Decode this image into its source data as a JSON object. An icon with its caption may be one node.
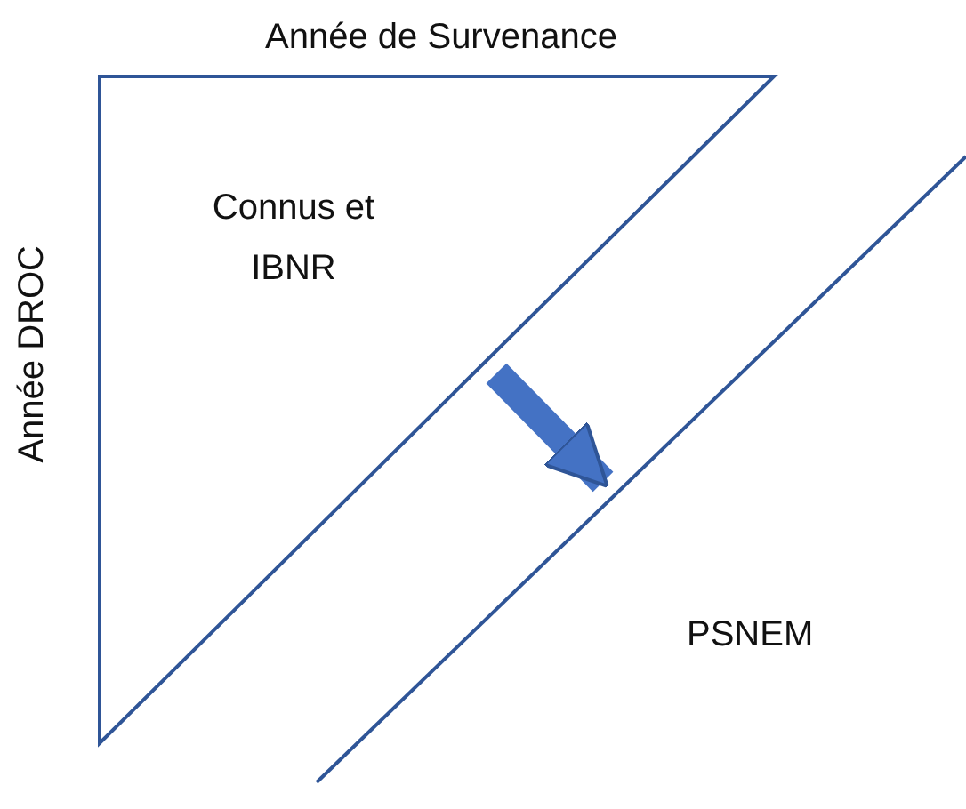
{
  "diagram": {
    "nodes": [
      {
        "text": [
          "Connus et IBNR"
        ],
        "beside": [
          "Année de Survenance",
          "Année DROC"
        ]
      },
      {
        "text": [
          "PSNEM"
        ]
      }
    ],
    "edges": [
      {
        "from": 0,
        "to": 1,
        "arrow": "to"
      }
    ]
  }
}
